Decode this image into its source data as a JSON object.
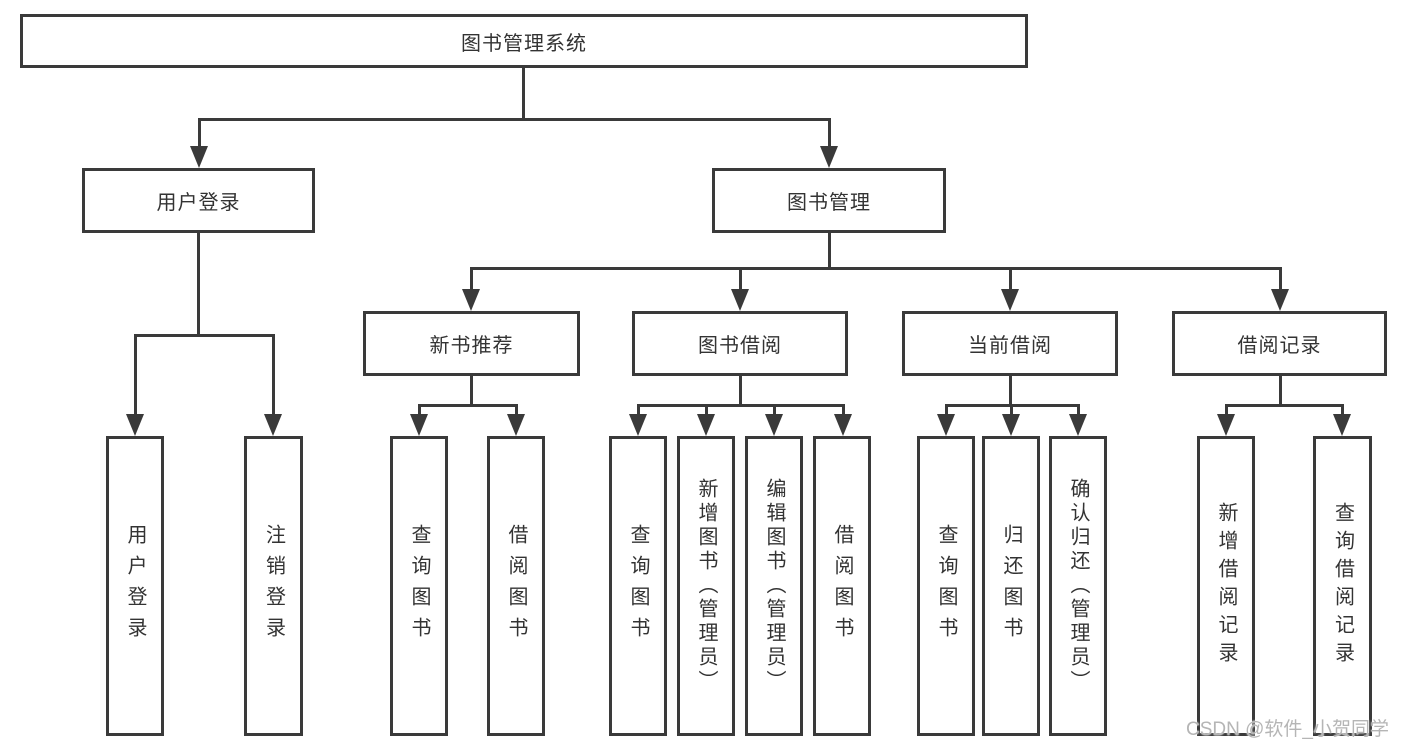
{
  "diagram": {
    "root": {
      "label": "图书管理系统"
    },
    "level2": [
      {
        "id": "user-login",
        "label": "用户登录"
      },
      {
        "id": "book-management",
        "label": "图书管理"
      }
    ],
    "level3": [
      {
        "id": "new-book-recommendation",
        "parent": "图书管理",
        "label": "新书推荐"
      },
      {
        "id": "book-borrowing",
        "parent": "图书管理",
        "label": "图书借阅"
      },
      {
        "id": "current-borrowing",
        "parent": "图书管理",
        "label": "当前借阅"
      },
      {
        "id": "borrowing-records",
        "parent": "图书管理",
        "label": "借阅记录"
      }
    ],
    "leaves": [
      {
        "parent": "用户登录",
        "label": "用户登录"
      },
      {
        "parent": "用户登录",
        "label": "注销登录"
      },
      {
        "parent": "新书推荐",
        "label": "查询图书"
      },
      {
        "parent": "新书推荐",
        "label": "借阅图书"
      },
      {
        "parent": "图书借阅",
        "label": "查询图书"
      },
      {
        "parent": "图书借阅",
        "label": "新增图书（管理员）"
      },
      {
        "parent": "图书借阅",
        "label": "编辑图书（管理员）"
      },
      {
        "parent": "图书借阅",
        "label": "借阅图书"
      },
      {
        "parent": "当前借阅",
        "label": "查询图书"
      },
      {
        "parent": "当前借阅",
        "label": "归还图书"
      },
      {
        "parent": "当前借阅",
        "label": "确认归还（管理员）"
      },
      {
        "parent": "借阅记录",
        "label": "新增借阅记录"
      },
      {
        "parent": "借阅记录",
        "label": "查询借阅记录"
      }
    ],
    "colors": {
      "line": "#3a3a3a",
      "border": "#3a3a3a",
      "text": "#333333",
      "background": "#ffffff",
      "watermark": "#b5b5b5"
    }
  },
  "watermark": {
    "text": "CSDN @软件_小贺同学"
  }
}
